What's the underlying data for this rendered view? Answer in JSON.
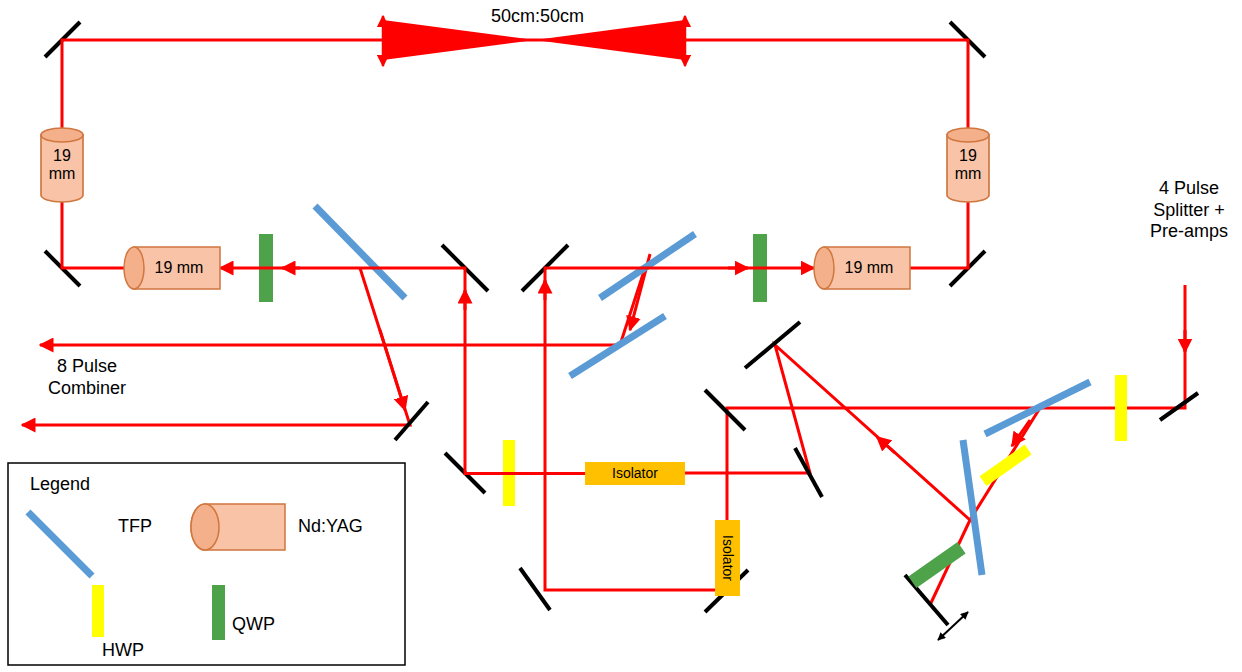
{
  "diagram": {
    "nodes": [
      {
        "text": [
          "19 mm"
        ]
      },
      {
        "text": [
          "19 mm"
        ]
      },
      {
        "text": [
          "19 mm"
        ]
      },
      {
        "text": [
          "19 mm"
        ]
      },
      {
        "text": [
          "Isolator"
        ]
      },
      {
        "text": [
          "Isolator"
        ]
      }
    ],
    "edges": [
      {
        "from": 2,
        "to": 0,
        "arrow": "none"
      },
      {
        "from": 0,
        "to": 1,
        "arrow": "none"
      },
      {
        "from": 1,
        "to": 3,
        "arrow": "none"
      },
      {
        "from": 4,
        "to": 2,
        "arrow": "to"
      },
      {
        "from": 5,
        "to": 3,
        "arrow": "to"
      }
    ],
    "labels": [
      "50cm:50cm",
      "4 Pulse Splitter + Pre-amps",
      "8 Pulse Combiner",
      "Legend"
    ],
    "legend": [
      {
        "text": "TFP",
        "color": "#5b9bd5"
      },
      {
        "text": "Nd:YAG"
      },
      {
        "text": "HWP",
        "color": "#ffff00"
      },
      {
        "text": "QWP",
        "color": "#4ea24a"
      }
    ]
  }
}
